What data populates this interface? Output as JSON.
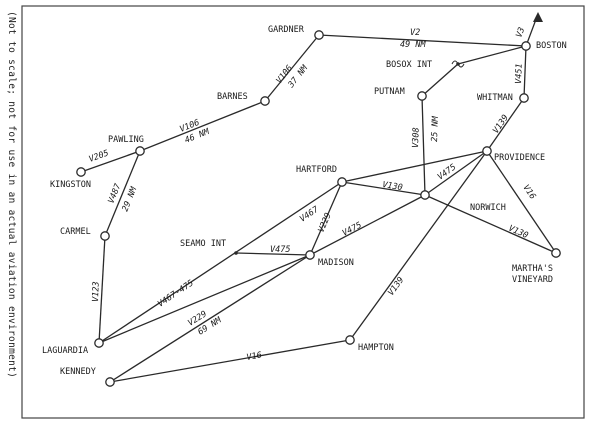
{
  "side_note": "(Not to scale; not for use in an actual aviation environment)",
  "stations": [
    {
      "name": "GARDNER"
    },
    {
      "name": "BOSTON"
    },
    {
      "name": "BOSOX INT"
    },
    {
      "name": "PUTNAM"
    },
    {
      "name": "WHITMAN"
    },
    {
      "name": "BARNES"
    },
    {
      "name": "PAWLING"
    },
    {
      "name": "KINGSTON"
    },
    {
      "name": "PROVIDENCE"
    },
    {
      "name": "HARTFORD"
    },
    {
      "name": "NORWICH"
    },
    {
      "name": "CARMEL"
    },
    {
      "name": "SEAMO INT"
    },
    {
      "name": "MADISON"
    },
    {
      "name": "MARTHA'S"
    },
    {
      "name": "VINEYARD"
    },
    {
      "name": "LAGUARDIA"
    },
    {
      "name": "HAMPTON"
    },
    {
      "name": "KENNEDY"
    }
  ],
  "routes": {
    "v2": "V2",
    "v2_dist": "49 NM",
    "v3": "V3",
    "v106_gb": "V106",
    "v106_gb_dist": "37 NM",
    "v106_bp": "V106",
    "v106_bp_dist": "46 NM",
    "v205": "V205",
    "v487": "V487",
    "v487_dist": "29 NM",
    "v123": "V123",
    "v467_475": "V467-475",
    "v467": "V467",
    "v229_hm": "V229",
    "v229_mk": "V229",
    "v229_mk_dist": "69 NM",
    "v475_sm": "V475",
    "v475_mn": "V475",
    "v475_np": "V475",
    "v130_hn": "V130",
    "v130_nm": "V130",
    "v308": "V308",
    "v308_dist": "25 NM",
    "v139_pw": "V139",
    "v451": "V451",
    "v139_hp": "V139",
    "v16_pm": "V16",
    "v16_kh": "V16"
  }
}
